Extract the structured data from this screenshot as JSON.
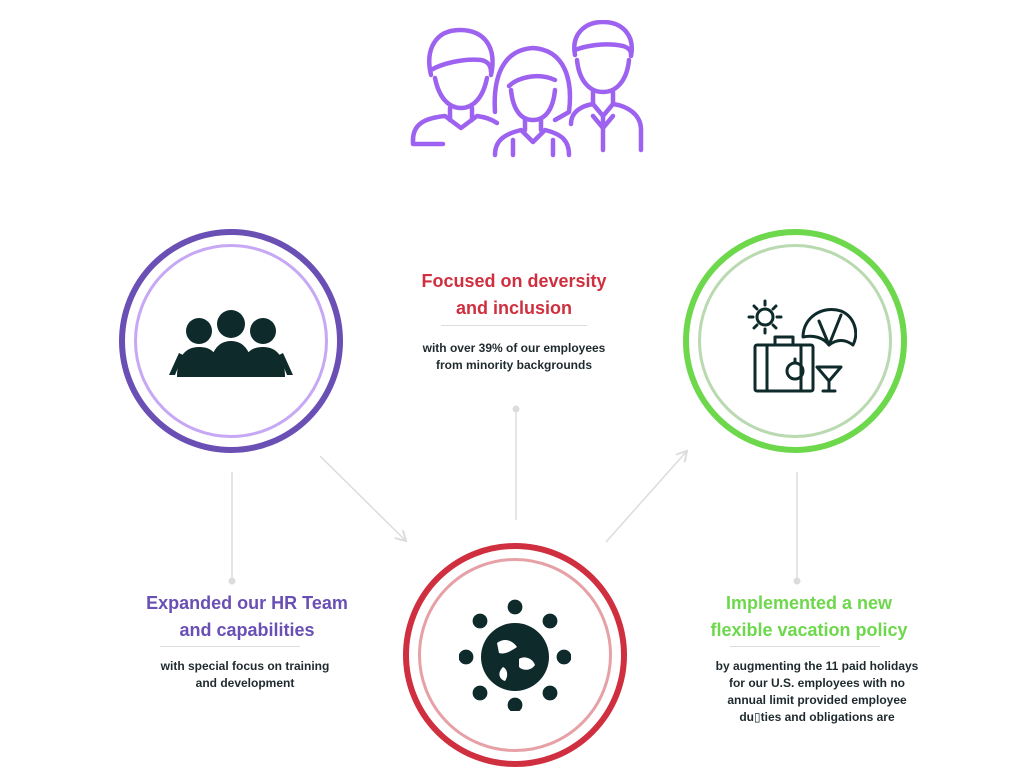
{
  "colors": {
    "purple": "#6a4fb4",
    "purple_light": "#c6a8f4",
    "green": "#6dd84b",
    "green_light": "#b9d9b0",
    "red": "#cf2f3e",
    "red_light": "#e6a1a6",
    "dark_icon": "#0e2a2b",
    "people_icon": "#9d63f0",
    "connector": "#dcdcdc"
  },
  "icons": {
    "top": "family-group-icon",
    "left": "team-icon",
    "right": "vacation-luggage-icon",
    "bottom": "global-people-icon"
  },
  "diversity": {
    "title_lines": [
      "Focused on deversity",
      "and inclusion"
    ],
    "body_lines": [
      "with over 39% of our employees",
      "from minority backgrounds"
    ]
  },
  "hr": {
    "title_lines": [
      "Expanded our HR Team",
      "and capabilities"
    ],
    "body_lines": [
      "with special focus on training",
      "and development"
    ]
  },
  "vacation": {
    "title_lines": [
      "Implemented a new",
      "flexible vacation policy"
    ],
    "body_lines": [
      "by augmenting the 11 paid holidays",
      "for our U.S. employees with no",
      "annual limit provided employee",
      "du▯ties and obligations are"
    ]
  }
}
